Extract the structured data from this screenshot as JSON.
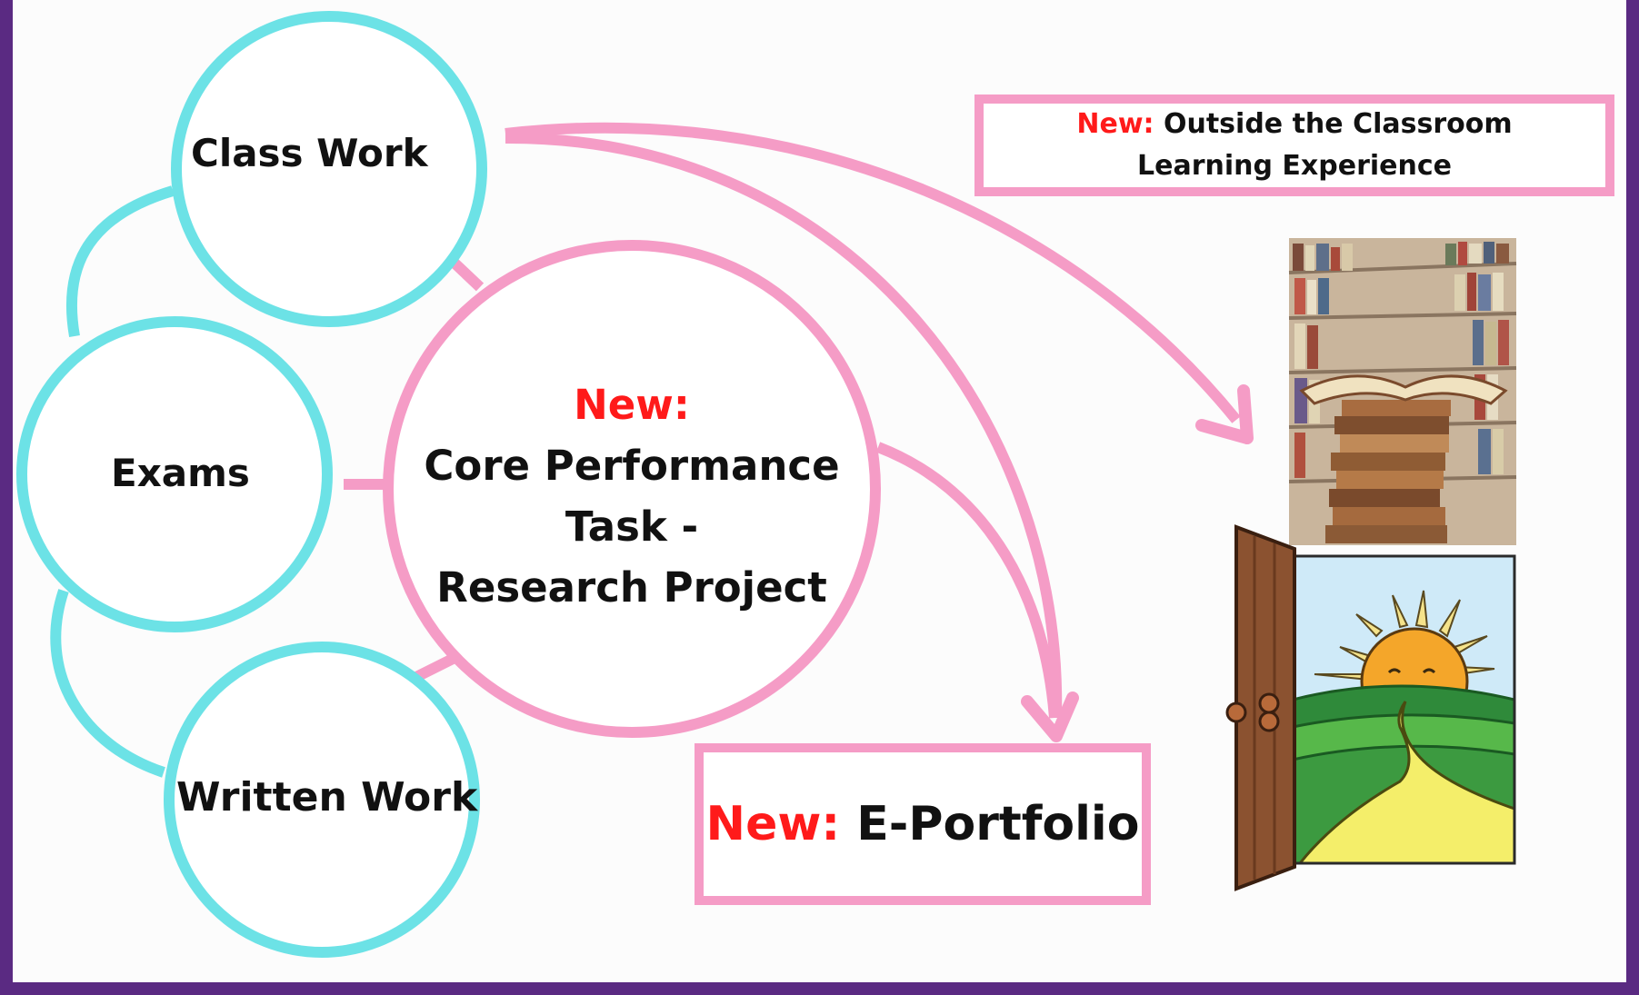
{
  "nodes": {
    "class_work": "Class Work",
    "exams": "Exams",
    "written_work": "Written Work",
    "core": {
      "new_label": "New:",
      "line1": "Core Performance",
      "line2": "Task -",
      "line3": "Research Project"
    }
  },
  "outside_box": {
    "new_label": "New:",
    "line1": "Outside the Classroom",
    "line2": "Learning Experience"
  },
  "eportfolio_box": {
    "new_label": "New:",
    "text": "E-Portfolio"
  },
  "colors": {
    "cyan_ring": "#6ce2e6",
    "pink": "#f59cc6",
    "new_red": "#ff1a1a",
    "frame_purple": "#5a2a82"
  },
  "icons": [
    "library-books-image",
    "open-door-sunny-road-image"
  ]
}
